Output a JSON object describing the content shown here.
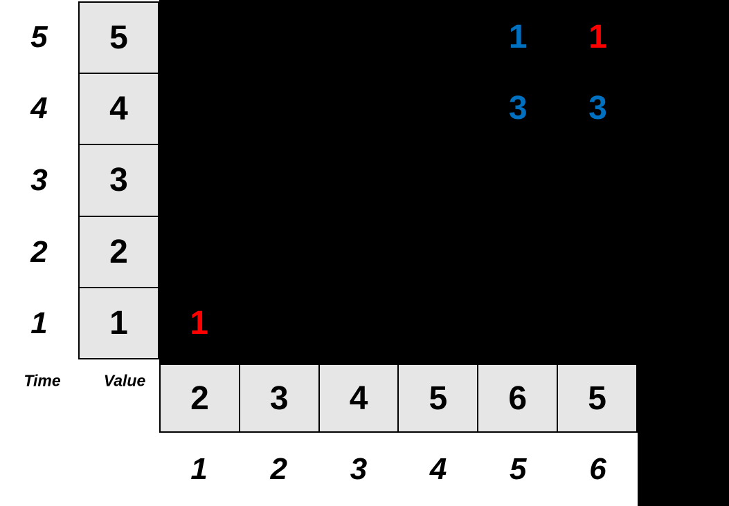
{
  "headers": {
    "time": "Time",
    "value": "Value"
  },
  "time_axis": [
    "5",
    "4",
    "3",
    "2",
    "1"
  ],
  "value_column": [
    "5",
    "4",
    "3",
    "2",
    "1"
  ],
  "sequence_values": [
    "2",
    "3",
    "4",
    "5",
    "6",
    "5"
  ],
  "sequence_indices": [
    "1",
    "2",
    "3",
    "4",
    "5",
    "6"
  ],
  "grid_marks": [
    {
      "time": 5,
      "index": 5,
      "text": "1",
      "color": "blue"
    },
    {
      "time": 5,
      "index": 6,
      "text": "1",
      "color": "red"
    },
    {
      "time": 4,
      "index": 5,
      "text": "3",
      "color": "blue"
    },
    {
      "time": 4,
      "index": 6,
      "text": "3",
      "color": "blue"
    },
    {
      "time": 1,
      "index": 1,
      "text": "1",
      "color": "red"
    }
  ],
  "colors": {
    "blue": "#0070C0",
    "red": "#FF0000",
    "cell_bg": "#E7E6E6",
    "cell_border": "#000000",
    "grid_bg": "#000000"
  }
}
